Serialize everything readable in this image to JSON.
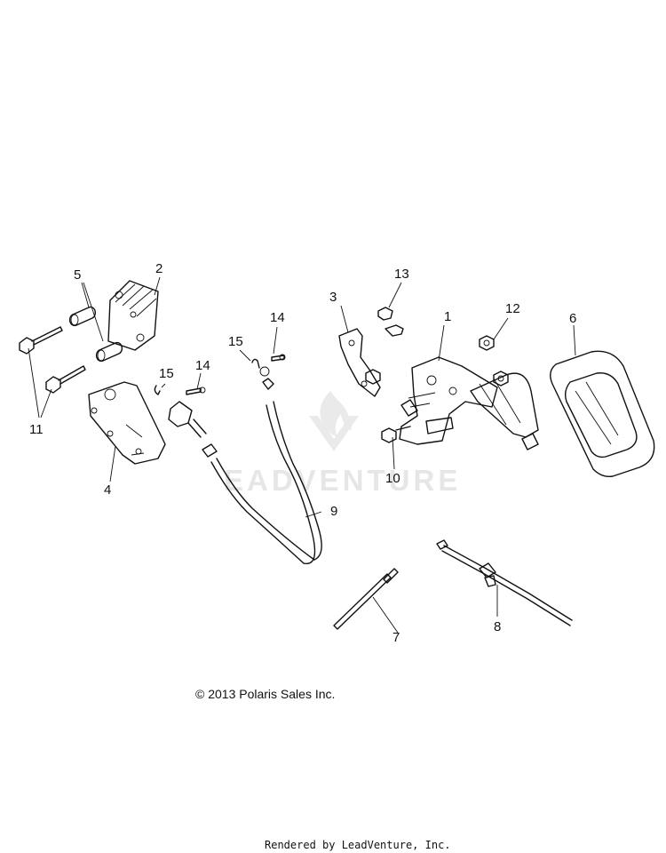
{
  "callouts": {
    "c1": "1",
    "c2": "2",
    "c3": "3",
    "c4": "4",
    "c5": "5",
    "c6": "6",
    "c7": "7",
    "c8": "8",
    "c9": "9",
    "c10": "10",
    "c11": "11",
    "c12": "12",
    "c13": "13",
    "c14a": "14",
    "c14b": "14",
    "c15a": "15",
    "c15b": "15"
  },
  "watermark": "EADVENTURE",
  "copyright": "© 2013 Polaris Sales Inc.",
  "rendered_by": "Rendered by LeadVenture, Inc."
}
